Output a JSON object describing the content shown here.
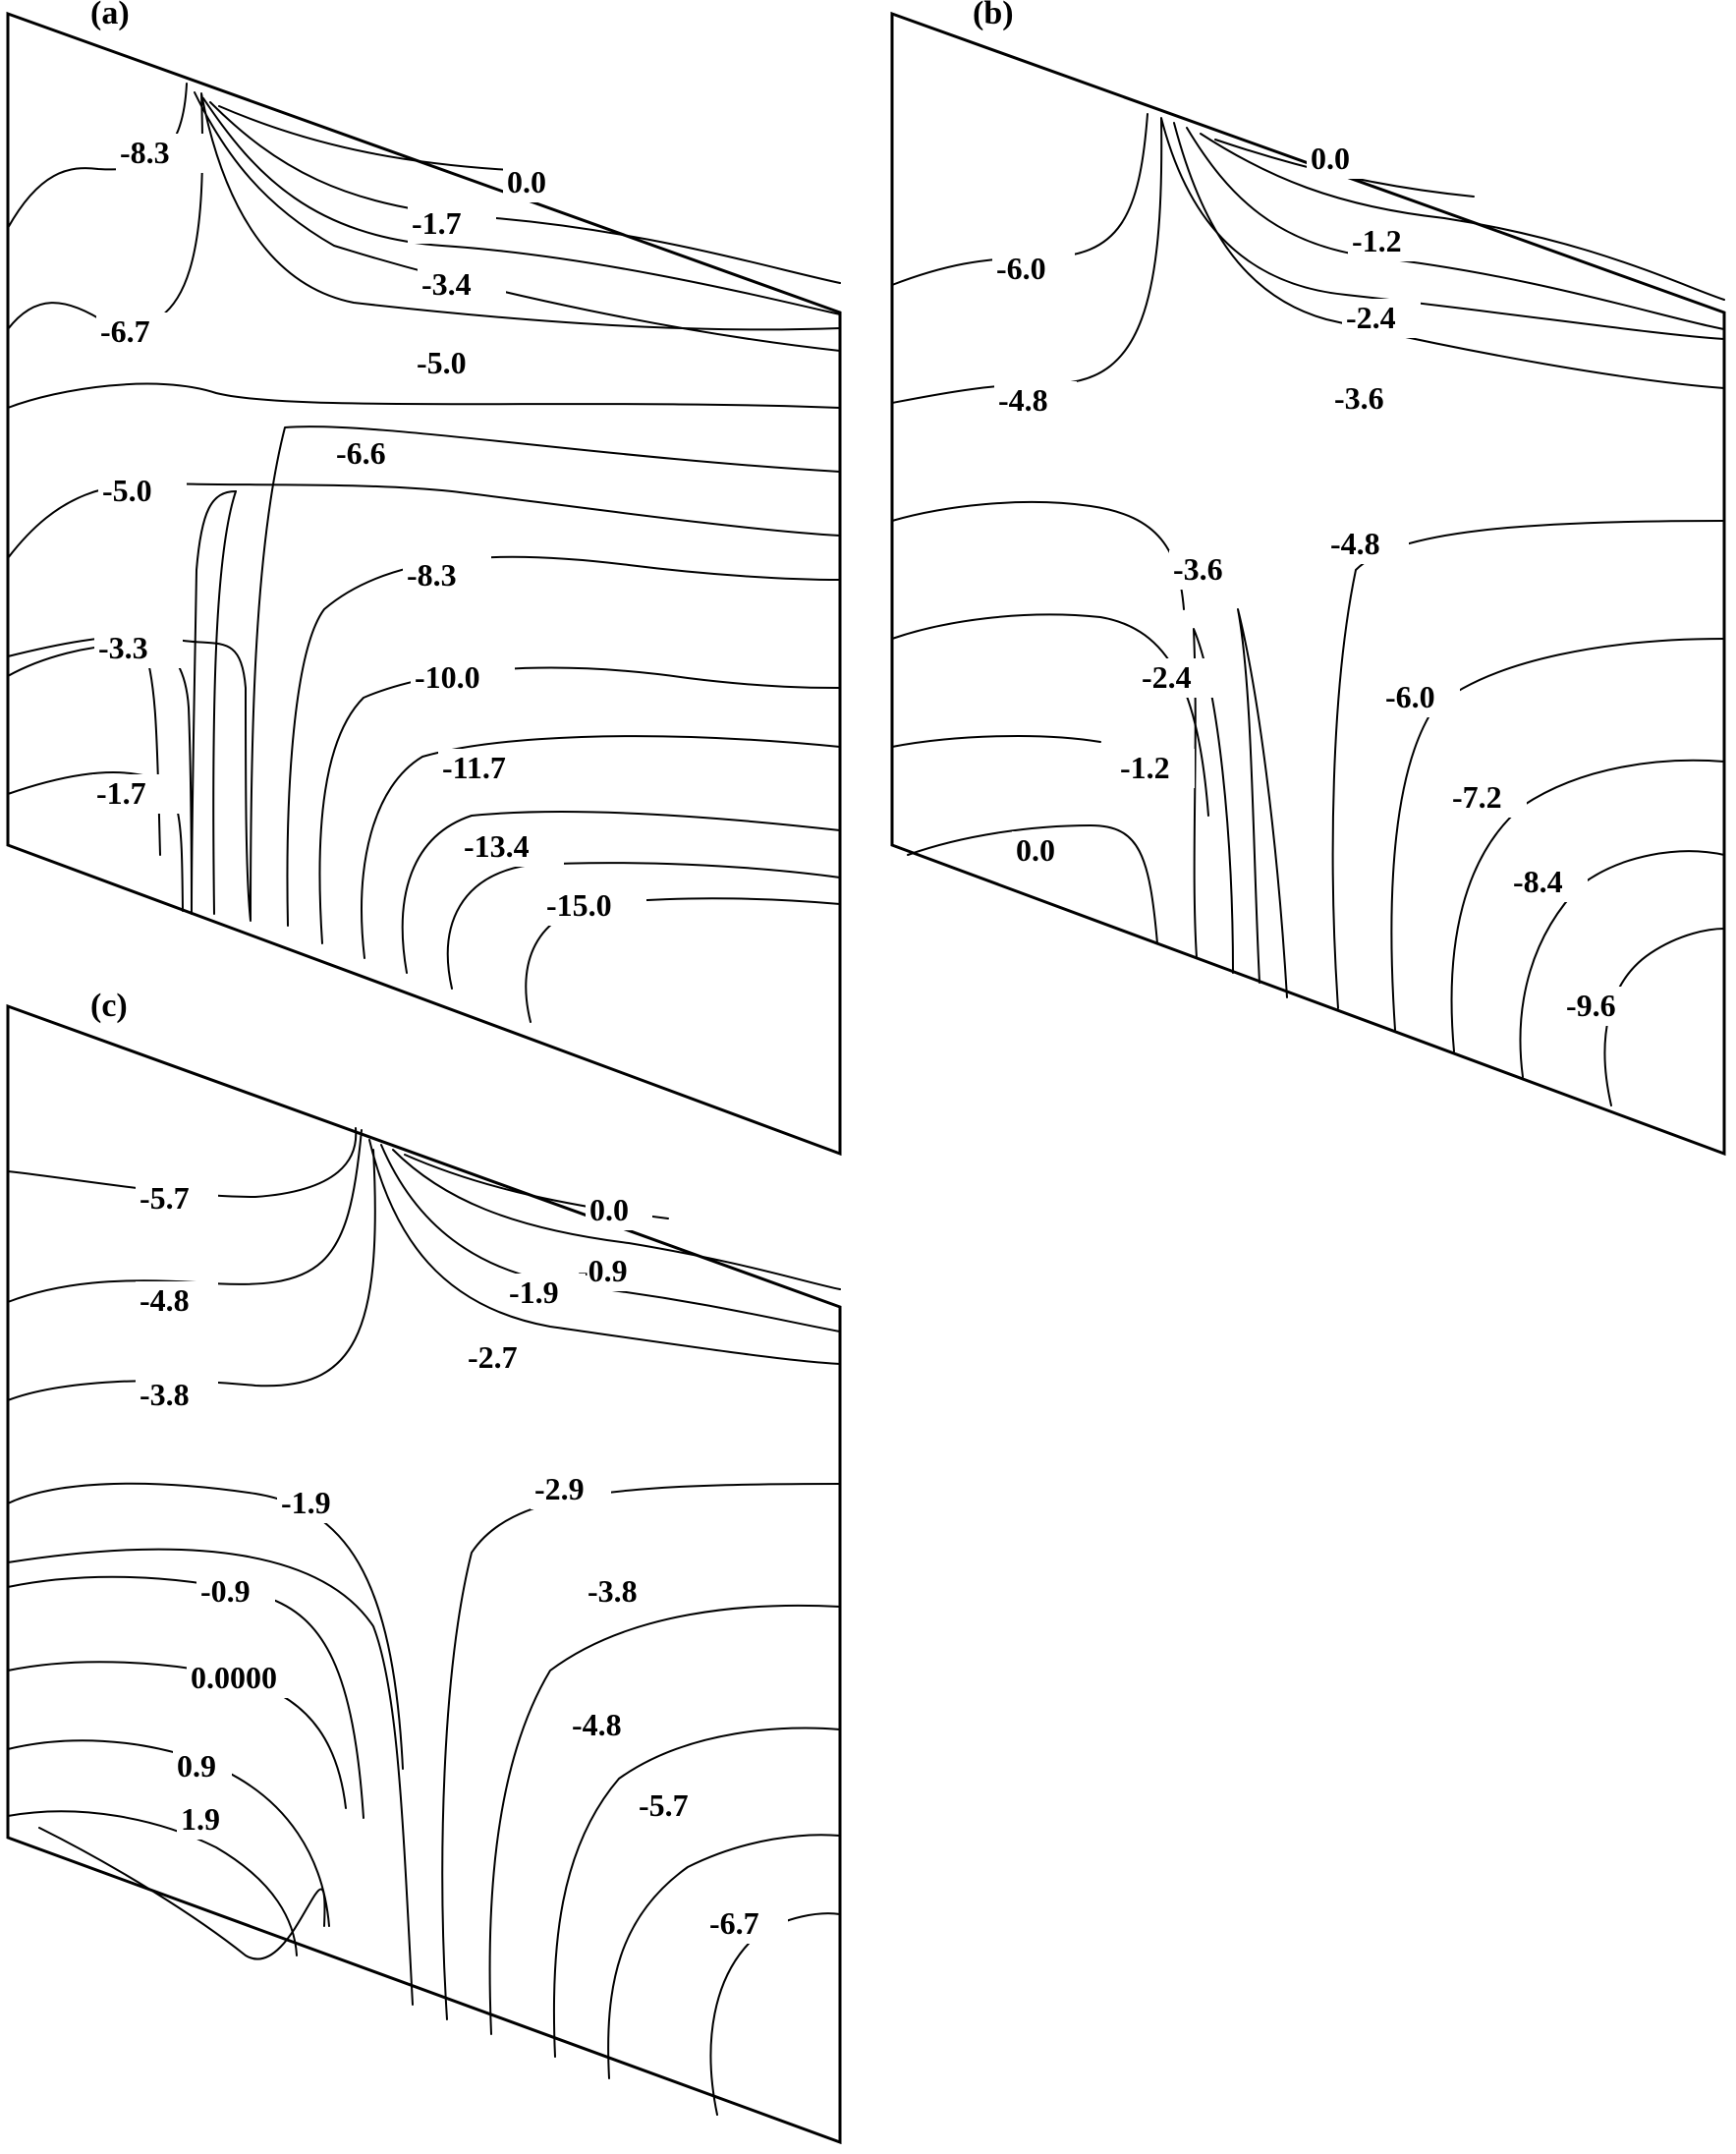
{
  "panels": [
    {
      "id": "a",
      "title": "(a)",
      "labels": [
        "-8.3",
        "0.0",
        "-1.7",
        "-3.4",
        "-6.7",
        "-5.0",
        "-6.6",
        "-5.0",
        "-8.3",
        "-3.3",
        "-10.0",
        "-11.7",
        "-1.7",
        "-13.4",
        "-15.0"
      ]
    },
    {
      "id": "b",
      "title": "(b)",
      "labels": [
        "0.0",
        "-1.2",
        "-6.0",
        "-2.4",
        "-4.8",
        "-3.6",
        "-3.6",
        "-4.8",
        "-2.4",
        "-6.0",
        "-1.2",
        "-7.2",
        "0.0",
        "-8.4",
        "-9.6"
      ]
    },
    {
      "id": "c",
      "title": "(c)",
      "labels": [
        "-5.7",
        "0.0",
        "-0.9",
        "-1.9",
        "-4.8",
        "-2.7",
        "-3.8",
        "-1.9",
        "-2.9",
        "-0.9",
        "-3.8",
        "0.0000",
        "-4.8",
        "0.9",
        "-5.7",
        "1.9",
        "-6.7"
      ]
    }
  ],
  "style": {
    "line_color": "#000000",
    "background": "#ffffff"
  }
}
